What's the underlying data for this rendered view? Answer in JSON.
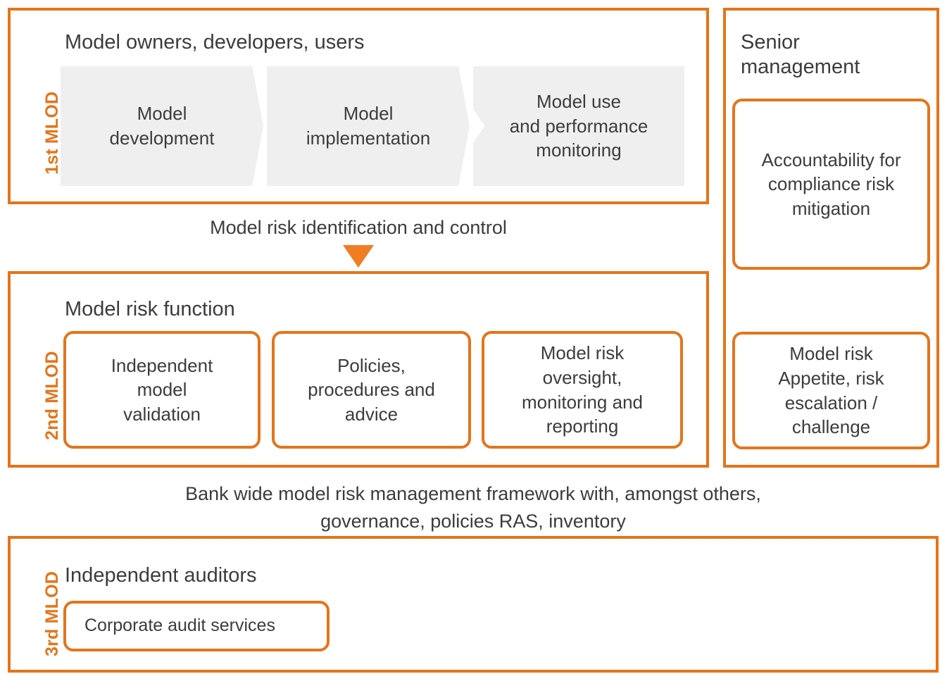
{
  "colors": {
    "accent_orange": "#e3751b",
    "arrow_orange": "#f07d22",
    "process_box_grey": "#efefef",
    "text_dark": "#3c3c3c",
    "background": "#ffffff"
  },
  "lines_of_defence": [
    {
      "label": "1st MLOD",
      "heading": "Model owners, developers, users",
      "process_boxes": [
        {
          "label": "Model\ndevelopment",
          "shape": "pointed-chevron"
        },
        {
          "label": "Model\nimplementation",
          "shape": "notched-pointed-chevron"
        },
        {
          "label": "Model use\nand performance\nmonitoring",
          "shape": "notched-rectangle"
        }
      ]
    },
    {
      "label": "2nd MLOD",
      "heading": "Model risk function",
      "boxes": [
        {
          "label": "Independent\nmodel\nvalidation"
        },
        {
          "label": "Policies,\nprocedures and\nadvice"
        },
        {
          "label": "Model risk\noversight,\nmonitoring and\nreporting"
        }
      ]
    },
    {
      "label": "3rd MLOD",
      "heading": "Independent auditors",
      "boxes": [
        {
          "label": "Corporate audit services"
        }
      ]
    }
  ],
  "connector": {
    "text": "Model risk identification and control",
    "arrow_icon": "down-triangle-icon"
  },
  "framework_caption": {
    "line1": "Bank wide model risk management framework with, amongst others,",
    "line2": "governance, policies RAS, inventory"
  },
  "senior_management": {
    "heading": "Senior\nmanagement",
    "boxes": [
      {
        "label": "Accountability for\ncompliance risk\nmitigation"
      },
      {
        "label": "Model risk\nAppetite, risk\nescalation /\nchallenge"
      }
    ]
  }
}
